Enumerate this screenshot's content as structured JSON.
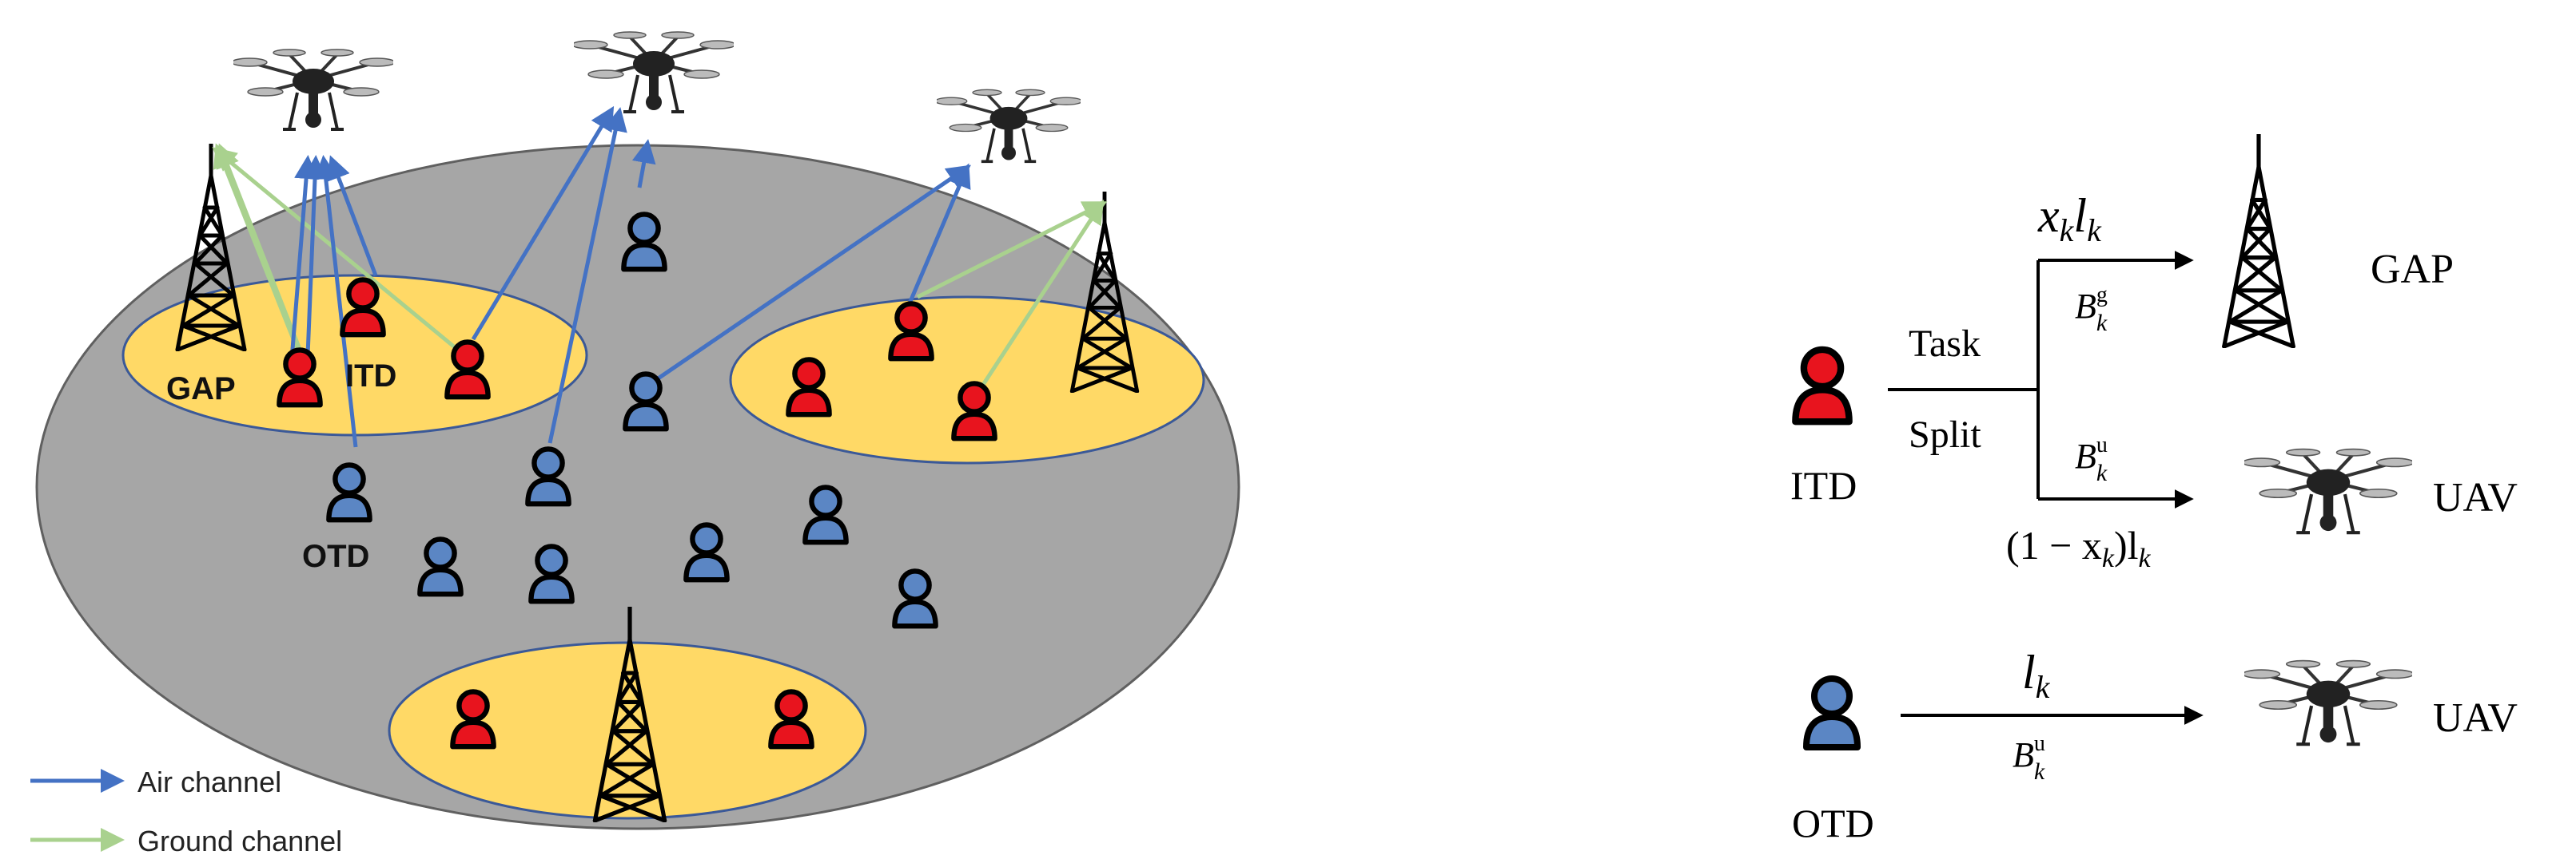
{
  "left_panel": {
    "labels": {
      "gap": "GAP",
      "itd": "ITD",
      "otd": "OTD"
    },
    "legend": [
      {
        "label": "Air channel",
        "color": "#4472c4"
      },
      {
        "label": "Ground channel",
        "color": "#a9d18e"
      }
    ]
  },
  "right_panel": {
    "itd": {
      "device_label": "ITD",
      "task_label": "Task",
      "split_label": "Split",
      "upper_branch": {
        "load": "x",
        "load_sub": "k",
        "load2": "l",
        "load2_sub": "k",
        "band": "B",
        "band_sup": "g",
        "band_sub": "k",
        "target": "GAP"
      },
      "lower_branch": {
        "load_prefix": "(1 − x",
        "load_sub": "k",
        "load_mid": ")l",
        "load_sub2": "k",
        "band": "B",
        "band_sup": "u",
        "band_sub": "k",
        "target": "UAV"
      }
    },
    "otd": {
      "device_label": "OTD",
      "load": "l",
      "load_sub": "k",
      "band": "B",
      "band_sup": "u",
      "band_sub": "k",
      "target": "UAV"
    }
  },
  "colors": {
    "disk": "#a6a6a6",
    "cluster": "#ffd966",
    "itd_user": "#e8141e",
    "otd_user": "#5b86c4",
    "air_channel": "#4472c4",
    "ground_channel": "#a9d18e"
  }
}
